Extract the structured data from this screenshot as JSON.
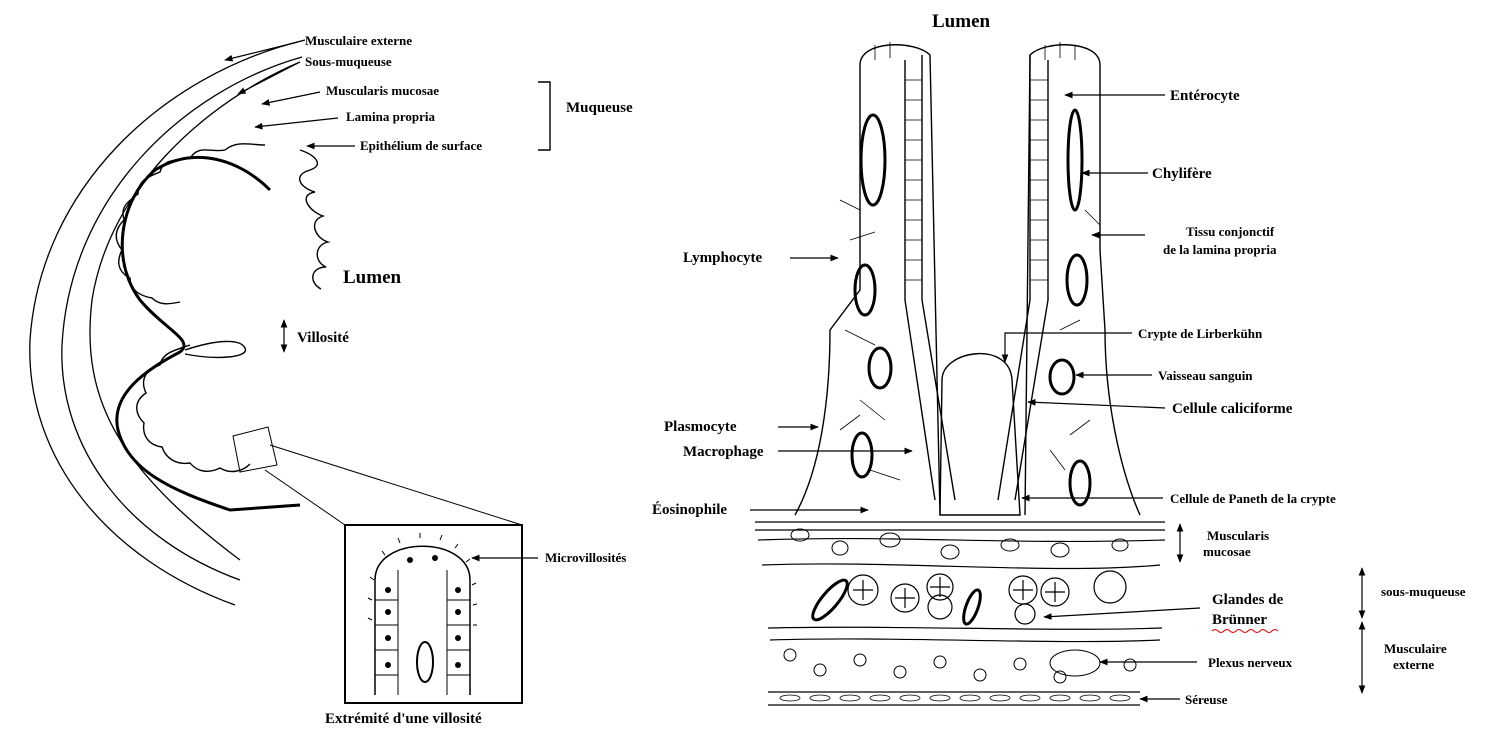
{
  "left_panel": {
    "lumen": "Lumen",
    "labels": {
      "musculaire_externe": "Musculaire externe",
      "sous_muqueuse": "Sous-muqueuse",
      "muscularis_mucosae": "Muscularis mucosae",
      "lamina_propria": "Lamina propria",
      "epithelium": "Epithélium de surface",
      "muqueuse": "Muqueuse",
      "villosite": "Villosité",
      "microvillosites": "Microvillosités"
    },
    "inset_caption": "Extrémité d'une villosité"
  },
  "right_panel": {
    "lumen": "Lumen",
    "labels": {
      "enterocyte": "Entérocyte",
      "chylifere": "Chylifère",
      "tissu_1": "Tissu conjonctif",
      "tissu_2": "de la lamina propria",
      "lymphocyte": "Lymphocyte",
      "crypte": "Crypte de Lirberkühn",
      "vaisseau": "Vaisseau sanguin",
      "caliciforme": "Cellule caliciforme",
      "plasmocyte": "Plasmocyte",
      "macrophage": "Macrophage",
      "eosinophile": "Éosinophile",
      "paneth": "Cellule de Paneth de la crypte",
      "muscularis_1": "Muscularis",
      "muscularis_2": "mucosae",
      "glandes_1": "Glandes de",
      "glandes_2": "Brünner",
      "sous_muqueuse": "sous-muqueuse",
      "plexus": "Plexus nerveux",
      "musculaire_1": "Musculaire",
      "musculaire_2": "externe",
      "sereuse": "Séreuse"
    }
  }
}
